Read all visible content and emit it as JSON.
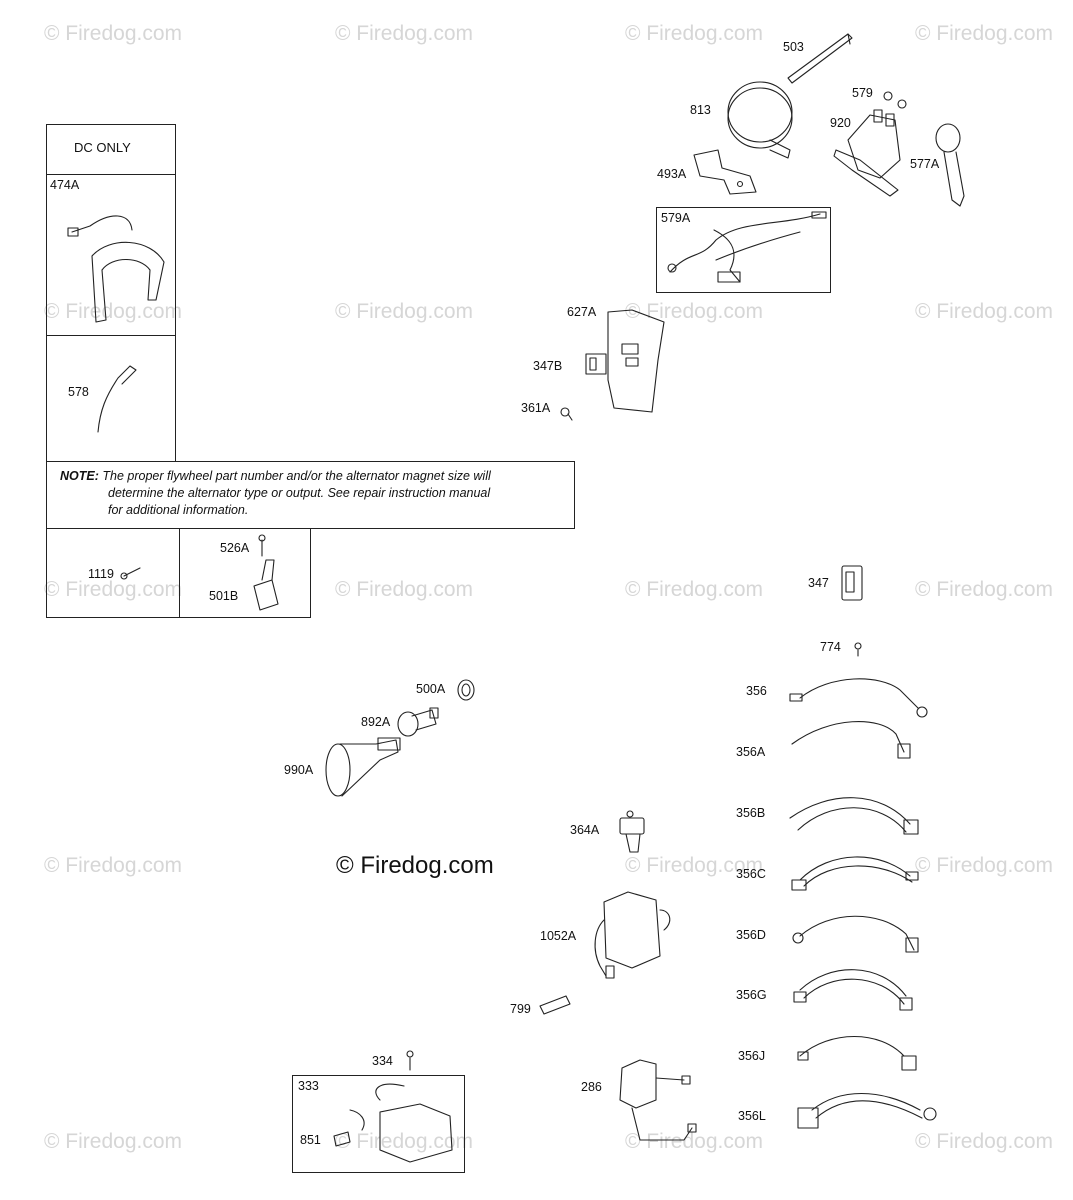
{
  "watermark": {
    "text": "© Firedog.com"
  },
  "panels": {
    "dc_only": {
      "title": "DC ONLY",
      "part_474a": "474A",
      "part_578": "578"
    },
    "note": {
      "prefix": "NOTE:",
      "line1": "The proper flywheel part number and/or the alternator magnet size will",
      "line2": "determine the alternator type or output. See repair instruction manual",
      "line3": "for additional information."
    },
    "small": {
      "part_1119": "1119",
      "part_526a": "526A",
      "part_501b": "501B"
    },
    "harness_579a": {
      "label": "579A"
    },
    "coil_333": {
      "label": "333",
      "part_851": "851",
      "part_334": "334"
    }
  },
  "labels": {
    "p503": "503",
    "p813": "813",
    "p579": "579",
    "p920": "920",
    "p577a": "577A",
    "p493a": "493A",
    "p627a": "627A",
    "p347b": "347B",
    "p361a": "361A",
    "p347": "347",
    "p774": "774",
    "p356": "356",
    "p356a": "356A",
    "p356b": "356B",
    "p356c": "356C",
    "p356d": "356D",
    "p356g": "356G",
    "p356j": "356J",
    "p356l": "356L",
    "p500a": "500A",
    "p892a": "892A",
    "p990a": "990A",
    "p364a": "364A",
    "p1052a": "1052A",
    "p799": "799",
    "p286": "286"
  },
  "colors": {
    "line": "#222222",
    "watermark": "#d6d6d6"
  }
}
